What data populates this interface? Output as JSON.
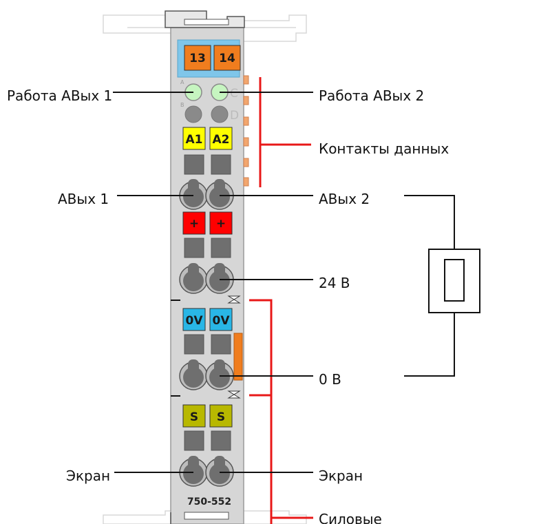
{
  "module": {
    "model": "750-552",
    "top_labels": [
      "13",
      "14"
    ],
    "led_letters": [
      "A",
      "C",
      "B",
      "D"
    ],
    "row_labels": {
      "channels": [
        "A1",
        "A2"
      ],
      "plus": [
        "+",
        "+"
      ],
      "zero": [
        "0V",
        "0V"
      ],
      "shield": [
        "S",
        "S"
      ]
    }
  },
  "callouts": {
    "left": {
      "status1": "Работа АВых 1",
      "out1": "АВых 1",
      "screen": "Экран"
    },
    "right": {
      "status2": "Работа АВых 2",
      "data_contacts": "Контакты данных",
      "out2": "АВых 2",
      "v24": "24 В",
      "v0": "0 В",
      "screen": "Экран",
      "power": "Силовые"
    }
  },
  "colors": {
    "body": "#d6d6d6",
    "body_stroke": "#9a9a9a",
    "top_header": "#7fc6ea",
    "orange": "#f07d1e",
    "yellow": "#ffff00",
    "red": "#ff0000",
    "blue": "#29b6e6",
    "olive": "#b8b800",
    "led_green": "#c6f5c0",
    "dark_gray": "#6f6f6f",
    "callout_red": "#e81818",
    "contact_orange": "#f2a66e"
  }
}
